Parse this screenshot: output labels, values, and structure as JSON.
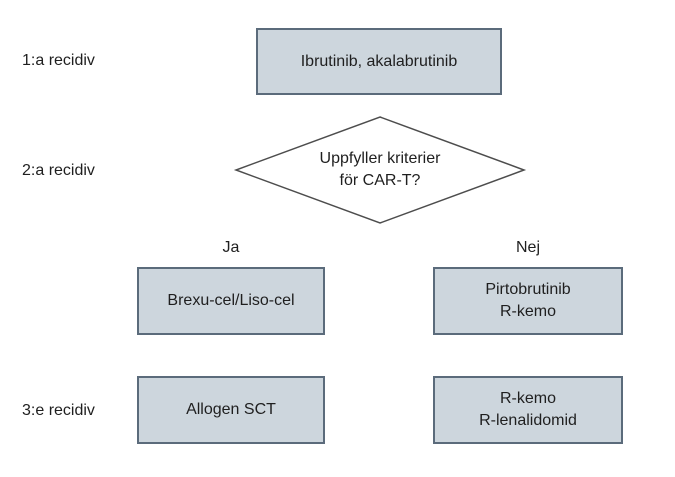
{
  "colors": {
    "background": "#ffffff",
    "box_fill": "#cdd6dd",
    "box_border": "#5b6b7b",
    "diamond_fill": "#ffffff",
    "diamond_border": "#4d4d4d",
    "text": "#1f1f1f"
  },
  "flowchart": {
    "row_labels": {
      "first": "1:a recidiv",
      "second": "2:a recidiv",
      "third": "3:e recidiv"
    },
    "first_relapse_box": "Ibrutinib, akalabrutinib",
    "decision": {
      "line1": "Uppfyller kriterier",
      "line2": "för CAR-T?"
    },
    "branches": {
      "yes": "Ja",
      "no": "Nej"
    },
    "second_relapse": {
      "yes_box": "Brexu-cel/Liso-cel",
      "no_box": {
        "line1": "Pirtobrutinib",
        "line2": "R-kemo"
      }
    },
    "third_relapse": {
      "yes_box": "Allogen SCT",
      "no_box": {
        "line1": "R-kemo",
        "line2": "R-lenalidomid"
      }
    }
  }
}
